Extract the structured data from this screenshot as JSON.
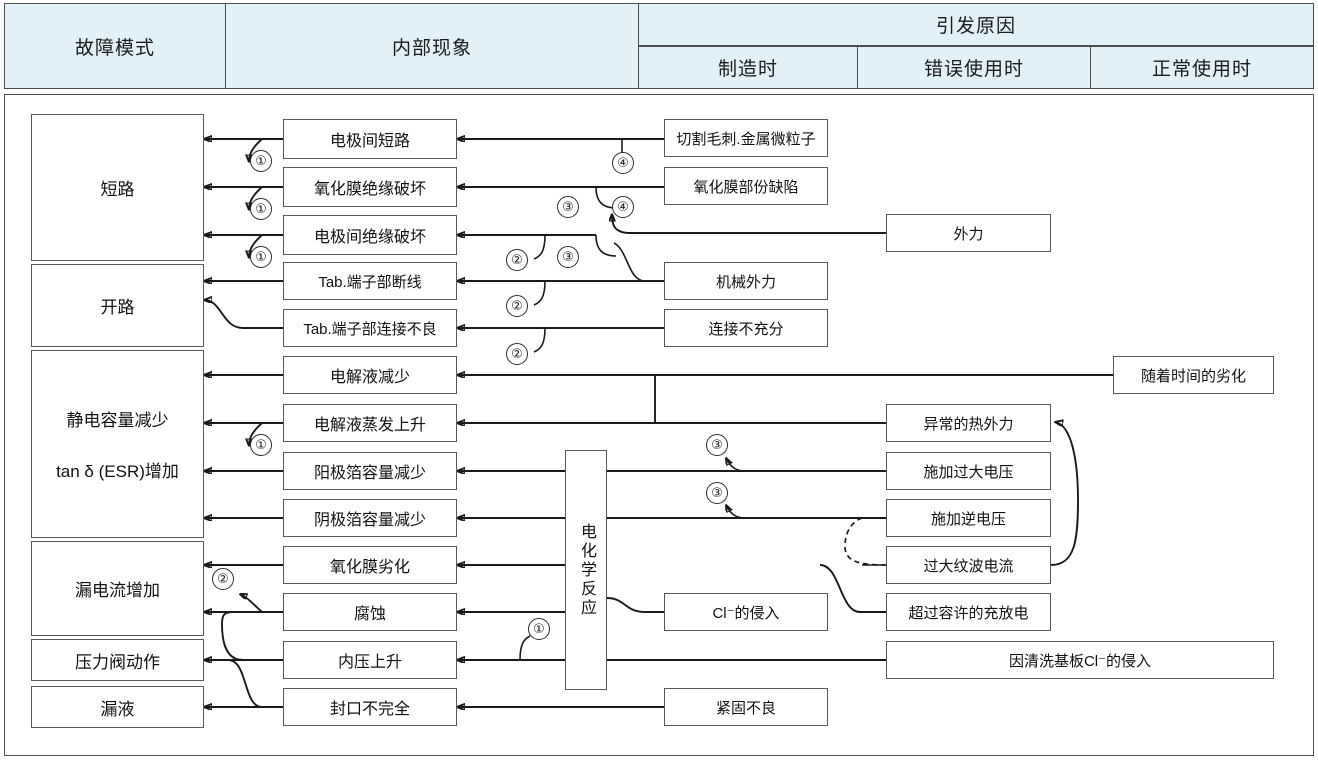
{
  "header": {
    "col_failure_mode": "故障模式",
    "col_internal": "内部现象",
    "col_cause_group": "引发原因",
    "col_cause_mfg": "制造时",
    "col_cause_misuse": "错误使用时",
    "col_cause_normal": "正常使用时"
  },
  "failure_modes": [
    {
      "label": "短路"
    },
    {
      "label": "开路"
    },
    {
      "label_1": "静电容量减少",
      "label_2": "tan δ (ESR)增加"
    },
    {
      "label": "漏电流增加"
    },
    {
      "label": "压力阀动作"
    },
    {
      "label": "漏液"
    }
  ],
  "internal_phenomena": [
    {
      "label": "电极间短路"
    },
    {
      "label": "氧化膜绝缘破坏"
    },
    {
      "label": "电极间绝缘破坏"
    },
    {
      "label": "Tab.端子部断线"
    },
    {
      "label": "Tab.端子部连接不良"
    },
    {
      "label": "电解液减少"
    },
    {
      "label": "电解液蒸发上升"
    },
    {
      "label": "阳极箔容量减少"
    },
    {
      "label": "阴极箔容量减少"
    },
    {
      "label": "氧化膜劣化"
    },
    {
      "label": "腐蚀"
    },
    {
      "label": "内压上升"
    },
    {
      "label": "封口不完全"
    }
  ],
  "reaction_node": {
    "label": "电化学反应"
  },
  "causes_manufacturing": [
    {
      "label": "切割毛刺.金属微粒子"
    },
    {
      "label": "氧化膜部份缺陷"
    },
    {
      "label": "机械外力"
    },
    {
      "label": "连接不充分"
    },
    {
      "label": "Cl⁻的侵入"
    },
    {
      "label": "紧固不良"
    }
  ],
  "causes_misuse": [
    {
      "label": "外力"
    },
    {
      "label": "异常的热外力"
    },
    {
      "label": "施加过大电压"
    },
    {
      "label": "施加逆电压"
    },
    {
      "label": "过大纹波电流"
    },
    {
      "label": "超过容许的充放电"
    },
    {
      "label": "因清洗基板Cl⁻的侵入"
    }
  ],
  "causes_normal": [
    {
      "label": "随着时间的劣化"
    }
  ],
  "markers": [
    {
      "id": "m1",
      "value": "①"
    },
    {
      "id": "m2",
      "value": "①"
    },
    {
      "id": "m3",
      "value": "①"
    },
    {
      "id": "m4",
      "value": "②"
    },
    {
      "id": "m5",
      "value": "②"
    },
    {
      "id": "m6",
      "value": "②"
    },
    {
      "id": "m7",
      "value": "③"
    },
    {
      "id": "m8",
      "value": "③"
    },
    {
      "id": "m9",
      "value": "④"
    },
    {
      "id": "m10",
      "value": "④"
    },
    {
      "id": "m11",
      "value": "②"
    },
    {
      "id": "m12",
      "value": "①"
    },
    {
      "id": "m13",
      "value": "②"
    },
    {
      "id": "m14",
      "value": "③"
    },
    {
      "id": "m15",
      "value": "③"
    },
    {
      "id": "m16",
      "value": "①"
    }
  ],
  "colors": {
    "header_fill": "#e2f1f8",
    "border": "#4d4d4d",
    "box_border": "#58585a",
    "wire": "#1a1a1a",
    "text": "#111111"
  }
}
